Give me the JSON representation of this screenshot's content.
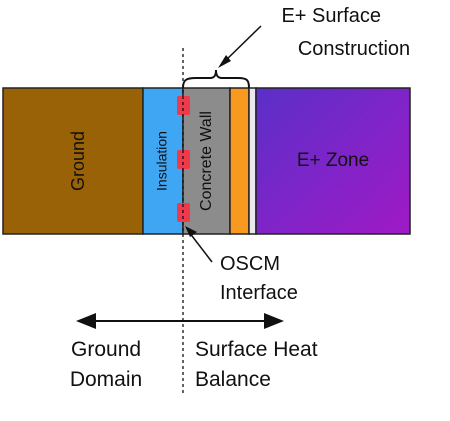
{
  "layers": {
    "ground": "Ground",
    "insulation": "Insulation",
    "concrete_wall": "Concrete Wall",
    "zone": "E+ Zone"
  },
  "callouts": {
    "surface_construction": [
      "E+ Surface",
      "Construction"
    ],
    "oscm_interface": [
      "OSCM",
      "Interface"
    ]
  },
  "domains": {
    "ground_domain": [
      "Ground",
      "Domain"
    ],
    "surface_heat_balance": [
      "Surface Heat",
      "Balance"
    ]
  },
  "colors": {
    "ground": "#9a6207",
    "insulation": "#3fa6f4",
    "concrete_wall": "#8c8c8c",
    "orange_layer": "#f79a1f",
    "zone_start": "#5b2fc9",
    "zone_end": "#9d1cc8",
    "oscm_marker": "#f0394a",
    "text": "#111111"
  },
  "icons": {
    "brace": "curly-brace-icon",
    "arrow": "double-headed-arrow-icon",
    "divider": "dotted-divider-line"
  }
}
